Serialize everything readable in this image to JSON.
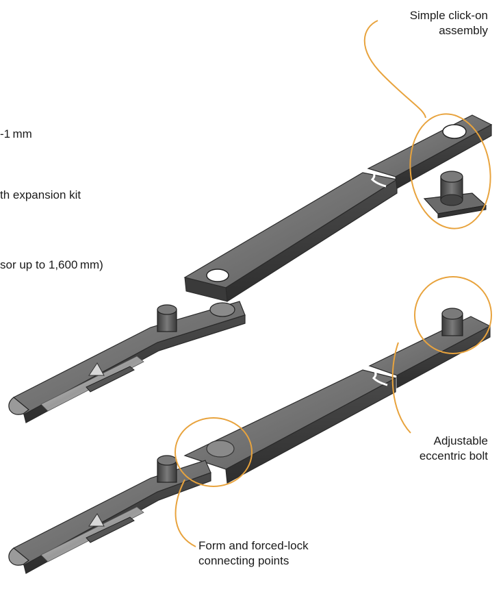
{
  "callouts": {
    "click_on": {
      "line1": "Simple click-on",
      "line2": "assembly"
    },
    "eccentric": {
      "line1": "Adjustable",
      "line2": "eccentric bolt"
    },
    "connecting": {
      "line1": "Form and forced-lock",
      "line2": "connecting points"
    }
  },
  "cut_text": {
    "line1": "-1 mm",
    "line2": "th expansion kit",
    "line3": "sor up to 1,600 mm)"
  },
  "colors": {
    "accent": "#e8a33d",
    "metal_top": "#6e6e6e",
    "metal_side": "#3f3f3f",
    "metal_light": "#bdbdbd"
  }
}
